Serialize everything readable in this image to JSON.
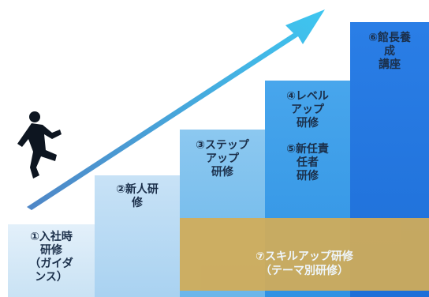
{
  "steps": [
    {
      "lines": [
        "①入社時",
        "研修",
        "（ガイダ",
        "ンス）"
      ]
    },
    {
      "lines": [
        "②新人研",
        "修"
      ]
    },
    {
      "lines": [
        "③ステップ",
        "アップ",
        "研修"
      ]
    },
    {
      "lines_a": [
        "④レベル",
        "アップ",
        "研修"
      ],
      "lines_b": [
        "⑤新任責",
        "任者",
        "研修"
      ]
    },
    {
      "lines": [
        "⑥館長養",
        "成",
        "講座"
      ]
    }
  ],
  "skill_band": {
    "lines": [
      "⑦スキルアップ研修",
      "（テーマ別研修）"
    ]
  },
  "colors": {
    "arrow_start": "#4f86c6",
    "arrow_end": "#3ec6f0",
    "band": "#d4ad57",
    "text": "#1b2f4a"
  },
  "icons": [
    "running-figure-icon",
    "growth-arrow-icon"
  ]
}
